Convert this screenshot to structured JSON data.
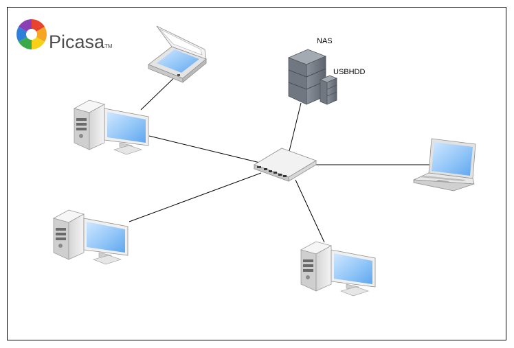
{
  "logo": {
    "name": "Picasa",
    "trademark": "TM"
  },
  "labels": {
    "nas": "NAS",
    "usbhdd": "USBHDD"
  },
  "colors": {
    "screen": "#a9d4fb",
    "case": "#e8e8e8",
    "server": "#7c828c",
    "line": "#000000"
  }
}
